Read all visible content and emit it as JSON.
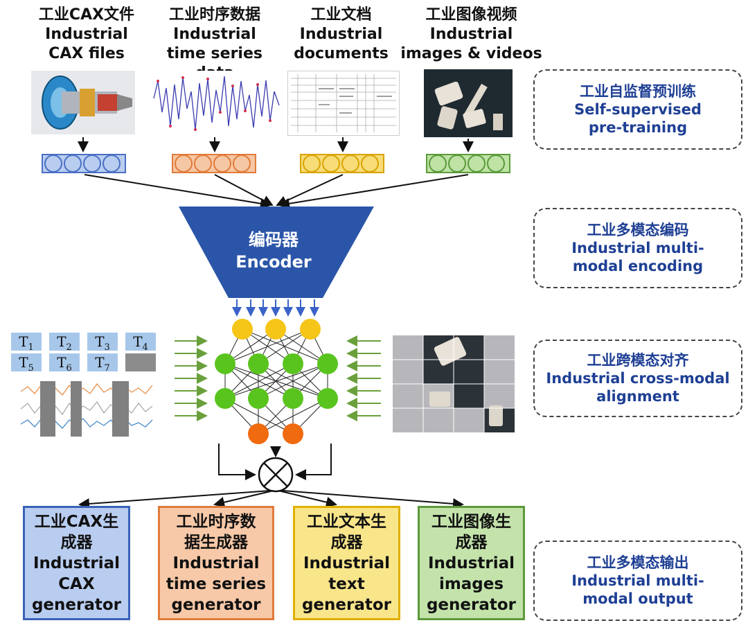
{
  "sources": [
    {
      "zh": "工业CAX文件",
      "en1": "Industrial",
      "en2": "CAX files",
      "icon": "turbine-image",
      "color": "#4a70c4",
      "fill": "#b9cdf0"
    },
    {
      "zh": "工业时序数据",
      "en1": "Industrial",
      "en2": "time series data",
      "icon": "timeseries-image",
      "color": "#e07b3a",
      "fill": "#f6c7a4"
    },
    {
      "zh": "工业文档",
      "en1": "Industrial",
      "en2": "documents",
      "icon": "document-image",
      "color": "#d9a400",
      "fill": "#f7dc78"
    },
    {
      "zh": "工业图像视频",
      "en1": "Industrial",
      "en2": "images & videos",
      "icon": "parts-photo-image",
      "color": "#5b9a3a",
      "fill": "#bfe2a5"
    }
  ],
  "encoder": {
    "zh": "编码器",
    "en": "Encoder",
    "color": "#2b55a8"
  },
  "tokens": [
    "T1",
    "T2",
    "T3",
    "T4",
    "T5",
    "T6",
    "T7"
  ],
  "side_labels": [
    {
      "zh": "工业自监督预训练",
      "en1": "Self-supervised",
      "en2": "pre-training"
    },
    {
      "zh": "工业多模态编码",
      "en1": "Industrial multi-",
      "en2": "modal encoding"
    },
    {
      "zh": "工业跨模态对齐",
      "en1": "Industrial cross-modal",
      "en2": "alignment"
    },
    {
      "zh": "工业多模态输出",
      "en1": "Industrial multi-",
      "en2": "modal output"
    }
  ],
  "generators": [
    {
      "zh1": "工业CAX生",
      "zh2": "成器",
      "en1": "Industrial",
      "en2": "CAX",
      "en3": "generator",
      "color": "#3a62b8",
      "fill": "#b9cdf0"
    },
    {
      "zh1": "工业时序数",
      "zh2": "据生成器",
      "en1": "Industrial",
      "en2": "time series",
      "en3": "generator",
      "color": "#e07b3a",
      "fill": "#f8c9a8"
    },
    {
      "zh1": "工业文本生",
      "zh2": "成器",
      "en1": "Industrial",
      "en2": "text",
      "en3": "generator",
      "color": "#e0b000",
      "fill": "#f9e58a"
    },
    {
      "zh1": "工业图像生",
      "zh2": "成器",
      "en1": "Industrial",
      "en2": "images",
      "en3": "generator",
      "color": "#5b9a3a",
      "fill": "#c3e3ab"
    }
  ],
  "colors": {
    "node_yellow": "#f5c518",
    "node_green": "#5ac41e",
    "node_orange": "#f06a10",
    "arrow_green": "#6aa03c",
    "arrow_blue": "#3a62c8"
  }
}
